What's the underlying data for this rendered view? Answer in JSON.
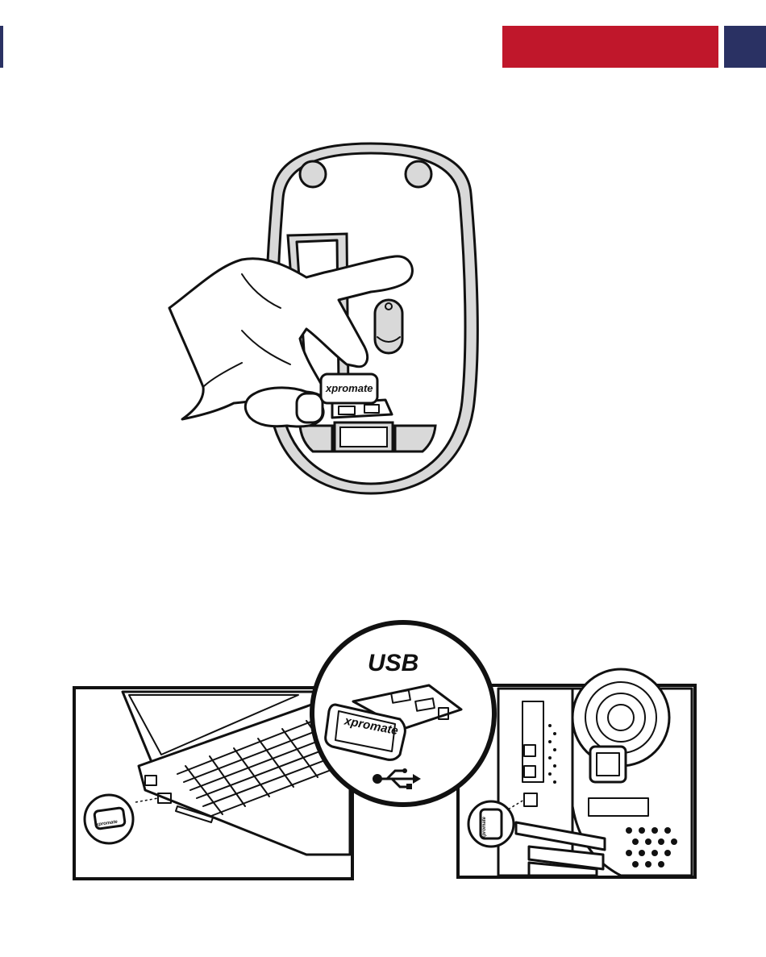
{
  "header": {
    "accent_red": "#c0172b",
    "accent_navy": "#2a3163"
  },
  "figure_mouse": {
    "receiver_brand": "xpromate"
  },
  "figure_usb": {
    "callout_title": "USB",
    "receiver_brand": "xpromate",
    "laptop_receiver_brand": "xpromate",
    "desktop_receiver_brand": "xpromate",
    "usb_symbol_icon": "usb-trident-icon"
  }
}
